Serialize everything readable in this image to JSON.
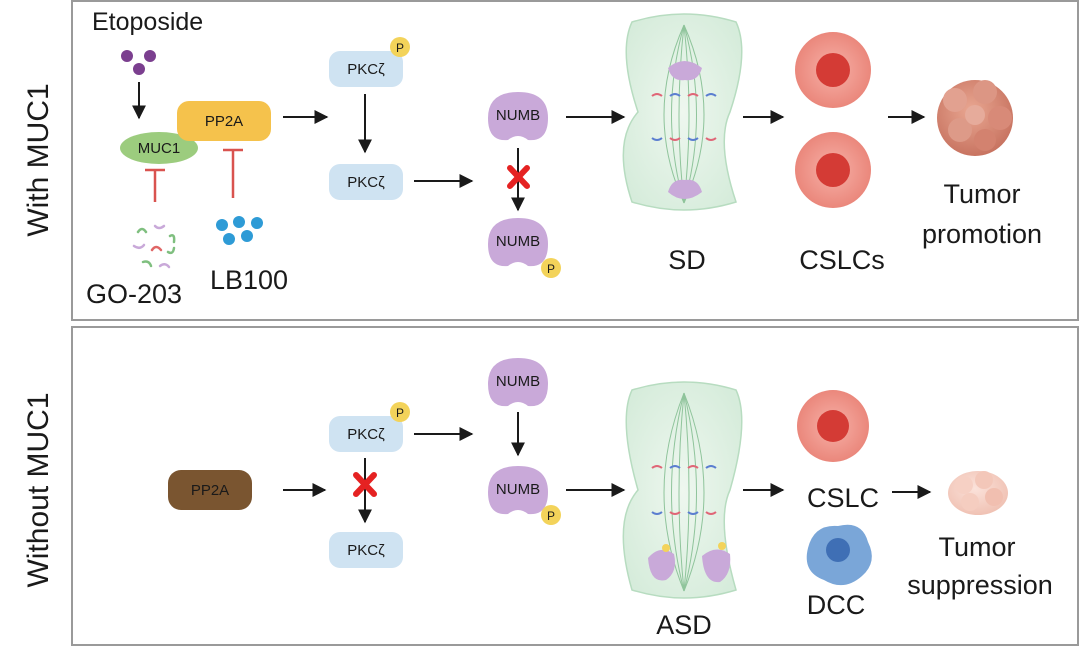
{
  "top": {
    "side_label": "With MUC1",
    "etoposide": "Etoposide",
    "muc1": "MUC1",
    "pp2a": "PP2A",
    "go203": "GO-203",
    "lb100": "LB100",
    "pkc_p": "PKCζ",
    "pkc": "PKCζ",
    "numb": "NUMB",
    "numb_p": "NUMB",
    "p_badge": "P",
    "sd": "SD",
    "cslcs": "CSLCs",
    "tumor1": "Tumor",
    "tumor2": "promotion"
  },
  "bottom": {
    "side_label": "Without MUC1",
    "pp2a": "PP2A",
    "pkc_p": "PKCζ",
    "pkc": "PKCζ",
    "numb": "NUMB",
    "numb_p": "NUMB",
    "p_badge": "P",
    "asd": "ASD",
    "cslc": "CSLC",
    "dcc": "DCC",
    "tumor1": "Tumor",
    "tumor2": "suppression"
  },
  "colors": {
    "panel_border": "#9a9a9a",
    "pkc_fill": "#cfe3f2",
    "numb_fill": "#c9a9d9",
    "p_badge": "#f3d35a",
    "muc1_fill": "#9ccc7e",
    "pp2a_top": "#f5c24c",
    "pp2a_bottom": "#7a5530",
    "inhibit": "#d9534f",
    "cross": "#e52222",
    "cell_fill": "#ef8e83",
    "nucleus": "#d43b35",
    "tumor_fill": "#d98c79",
    "dcc_fill": "#7aa6d8"
  }
}
